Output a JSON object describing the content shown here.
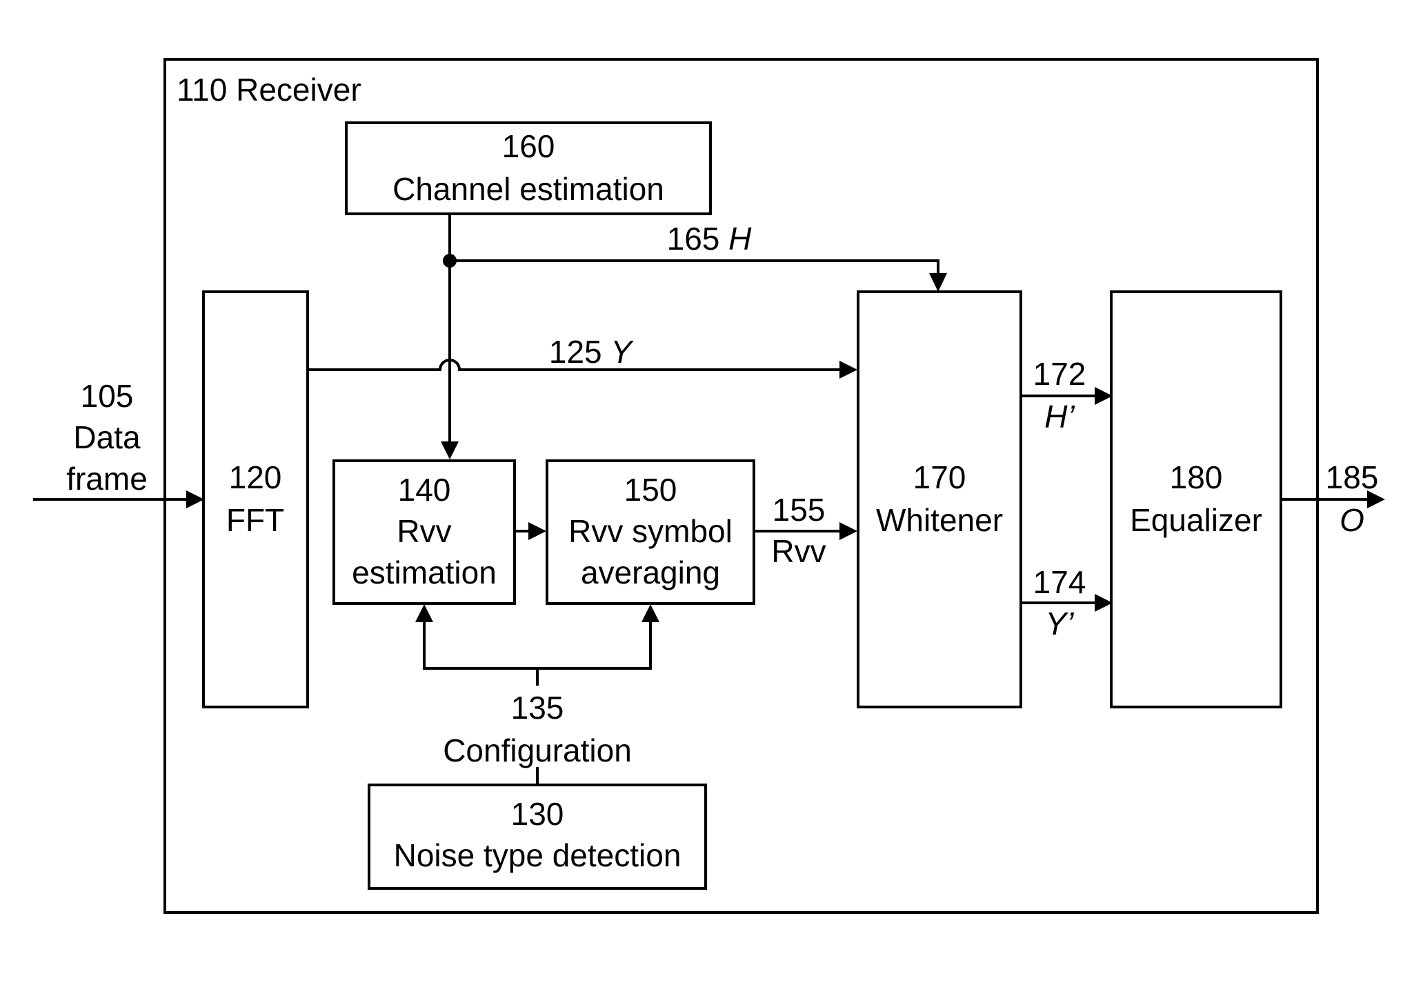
{
  "receiver": {
    "number": "110",
    "label": "Receiver"
  },
  "input": {
    "number": "105",
    "line1": "Data",
    "line2": "frame"
  },
  "blocks": {
    "fft": {
      "number": "120",
      "label": "FFT"
    },
    "noise_detection": {
      "number": "130",
      "label": "Noise type detection"
    },
    "rvv_estimation": {
      "number": "140",
      "line1": "Rvv",
      "line2": "estimation"
    },
    "rvv_averaging": {
      "number": "150",
      "line1": "Rvv symbol",
      "line2": "averaging"
    },
    "channel_estimation": {
      "number": "160",
      "label": "Channel estimation"
    },
    "whitener": {
      "number": "170",
      "label": "Whitener"
    },
    "equalizer": {
      "number": "180",
      "label": "Equalizer"
    }
  },
  "signals": {
    "y": {
      "number": "125",
      "symbol": "Y"
    },
    "configuration": {
      "number": "135",
      "label": "Configuration"
    },
    "rvv": {
      "number": "155",
      "label": "Rvv"
    },
    "h": {
      "number": "165",
      "symbol": "H"
    },
    "h_prime": {
      "number": "172",
      "symbol": "H’"
    },
    "y_prime": {
      "number": "174",
      "symbol": "Y’"
    },
    "output": {
      "number": "185",
      "symbol": "O"
    }
  }
}
